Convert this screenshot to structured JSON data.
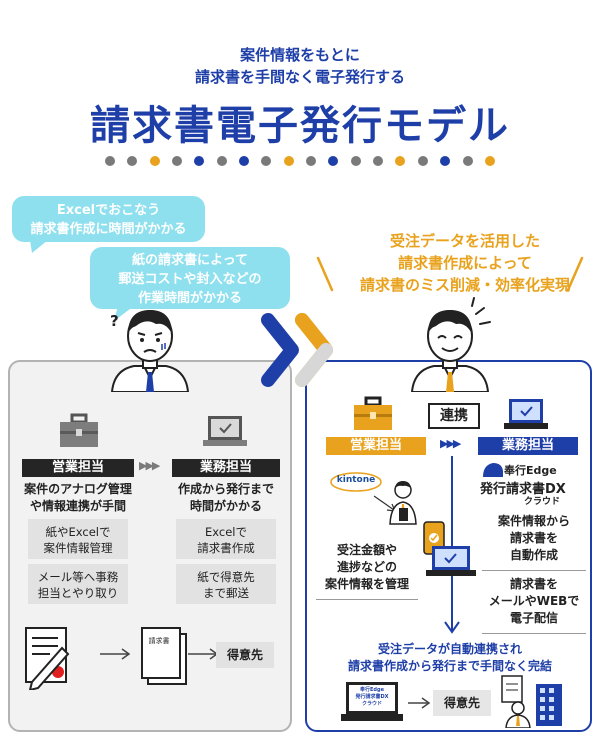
{
  "header": {
    "subtitle": "案件情報をもとに\n請求書を手間なく電子発行する",
    "title": "請求書電子発行モデル",
    "dot_colors": [
      "#7a7a7a",
      "#7a7a7a",
      "#e8a21d",
      "#7a7a7a",
      "#1f3fa8",
      "#7a7a7a",
      "#1f3fa8",
      "#7a7a7a",
      "#e8a21d",
      "#7a7a7a",
      "#1f3fa8",
      "#7a7a7a",
      "#7a7a7a",
      "#e8a21d",
      "#7a7a7a",
      "#1f3fa8",
      "#7a7a7a",
      "#e8a21d"
    ]
  },
  "bubbles": {
    "excel": "Excelでおこなう\n請求書作成に時間がかかる",
    "paper": "紙の請求書によって\n郵送コストや封入などの\n作業時間がかかる"
  },
  "right_heading": "受注データを活用した\n請求書作成によって\n請求書のミス削減・効率化実現",
  "left_panel": {
    "sales_label": "営業担当",
    "office_label": "業務担当",
    "sales_text": "案件のアナログ管理\nや情報連携が手間",
    "office_text": "作成から発行まで\n時間がかかる",
    "sales_boxes": [
      "紙やExcelで\n案件情報管理",
      "メール等へ事務\n担当とやり取り"
    ],
    "office_boxes": [
      "Excelで\n請求書作成",
      "紙で得意先\nまで郵送"
    ],
    "invoice_label": "請求書",
    "customer": "得意先"
  },
  "right_panel": {
    "renkei": "連携",
    "sales_label": "営業担当",
    "office_label": "業務担当",
    "kintone": "kintone",
    "brand_top": "奉行Edge",
    "brand_main": "発行請求書DX",
    "brand_sub": "クラウド",
    "mini_brand": "奉行Edge\n発行請求書DX\nクラウド",
    "sales_text": "受注金額や\n進捗などの\n案件情報を管理",
    "office_text_1": "案件情報から\n請求書を\n自動作成",
    "office_text_2": "請求書を\nメールやWEBで\n電子配信",
    "bottom_text": "受注データが自動連携され\n請求書作成から発行まで手間なく完結",
    "customer": "得意先"
  },
  "icons": {
    "triple_arrow": "▶▶▶",
    "question": "?"
  },
  "colors": {
    "primary_blue": "#1f3fa8",
    "accent_orange": "#e8a21d",
    "bubble_cyan": "#8fe0ee",
    "panel_gray": "#f2f2f2",
    "dark": "#252525"
  }
}
